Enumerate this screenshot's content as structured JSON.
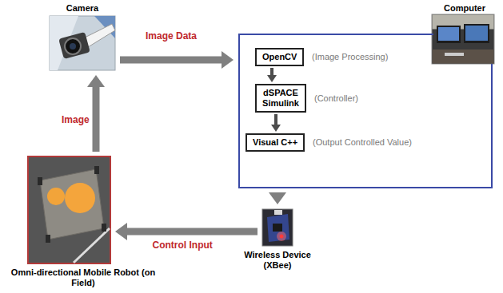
{
  "diagram": {
    "nodes": [
      {
        "text": [
          "Camera"
        ]
      },
      {
        "text": [
          "Computer"
        ]
      },
      {
        "text": [
          "OpenCV"
        ],
        "in": 1
      },
      {
        "text": [
          "dSPACE Simulink"
        ],
        "in": 1
      },
      {
        "text": [
          "Visual C++"
        ],
        "in": 1
      },
      {
        "text": [
          "Omni-directional Mobile Robot (on Field)"
        ]
      },
      {
        "text": [
          "Wireless Device (XBee)"
        ]
      }
    ],
    "edges": [
      {
        "from": 0,
        "to": 1,
        "label": "Image Data",
        "arrow": "to"
      },
      {
        "from": 2,
        "to": 3,
        "arrow": "to"
      },
      {
        "from": 3,
        "to": 4,
        "arrow": "to"
      },
      {
        "from": 1,
        "to": 6,
        "arrow": "to"
      },
      {
        "from": 6,
        "to": 5,
        "label": "Control Input",
        "arrow": "to"
      },
      {
        "from": 5,
        "to": 0,
        "label": "Image",
        "arrow": "to"
      }
    ],
    "labels": [
      "(Image Processing)",
      "(Controller)",
      "(Output Controlled Value)"
    ]
  }
}
